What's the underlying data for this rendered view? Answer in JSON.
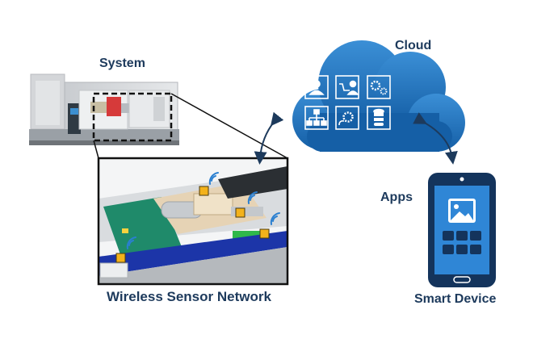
{
  "labels": {
    "system": "System",
    "cloud": "Cloud",
    "apps": "Apps",
    "wireless_sensor_network": "Wireless Sensor Network",
    "smart_device": "Smart Device"
  },
  "cloud_icons": [
    "user-icon",
    "cart-user-icon",
    "gears-icon",
    "org-chart-icon",
    "cloud-gear-icon",
    "database-icon"
  ],
  "colors": {
    "cloud": "#1a72bf",
    "cloud_highlight": "#3b8fd6",
    "phone_body": "#14345c",
    "phone_screen": "#2f86d6",
    "label_text": "#1d3a5c",
    "sensor": "#f3b21b",
    "wifi": "#2a7fd0"
  }
}
